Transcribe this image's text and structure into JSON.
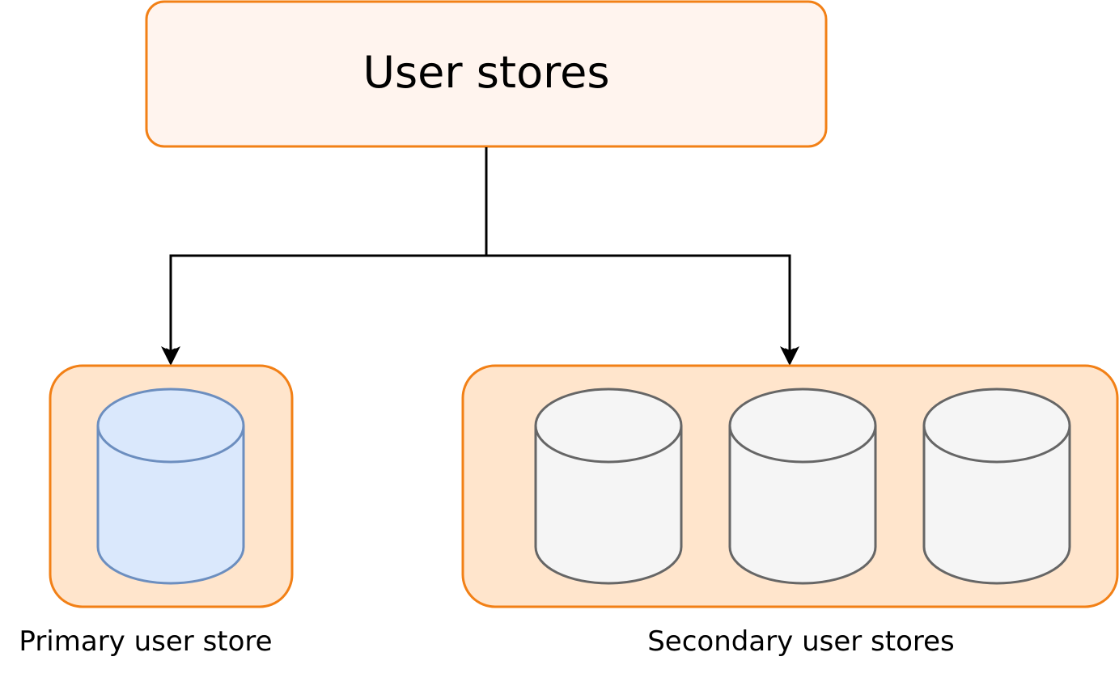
{
  "diagram": {
    "root": {
      "label": "User stores"
    },
    "primary": {
      "caption": "Primary user store",
      "store_count": 1
    },
    "secondary": {
      "caption": "Secondary user stores",
      "store_count": 3
    }
  },
  "colors": {
    "root_fill": "#fff4ee",
    "root_stroke": "#f28016",
    "group_fill": "#ffe5cc",
    "group_stroke": "#f28016",
    "primary_db_fill": "#dae8fc",
    "primary_db_stroke": "#6c8ebf",
    "secondary_db_fill": "#f5f5f5",
    "secondary_db_stroke": "#666666",
    "connector": "#000000"
  }
}
